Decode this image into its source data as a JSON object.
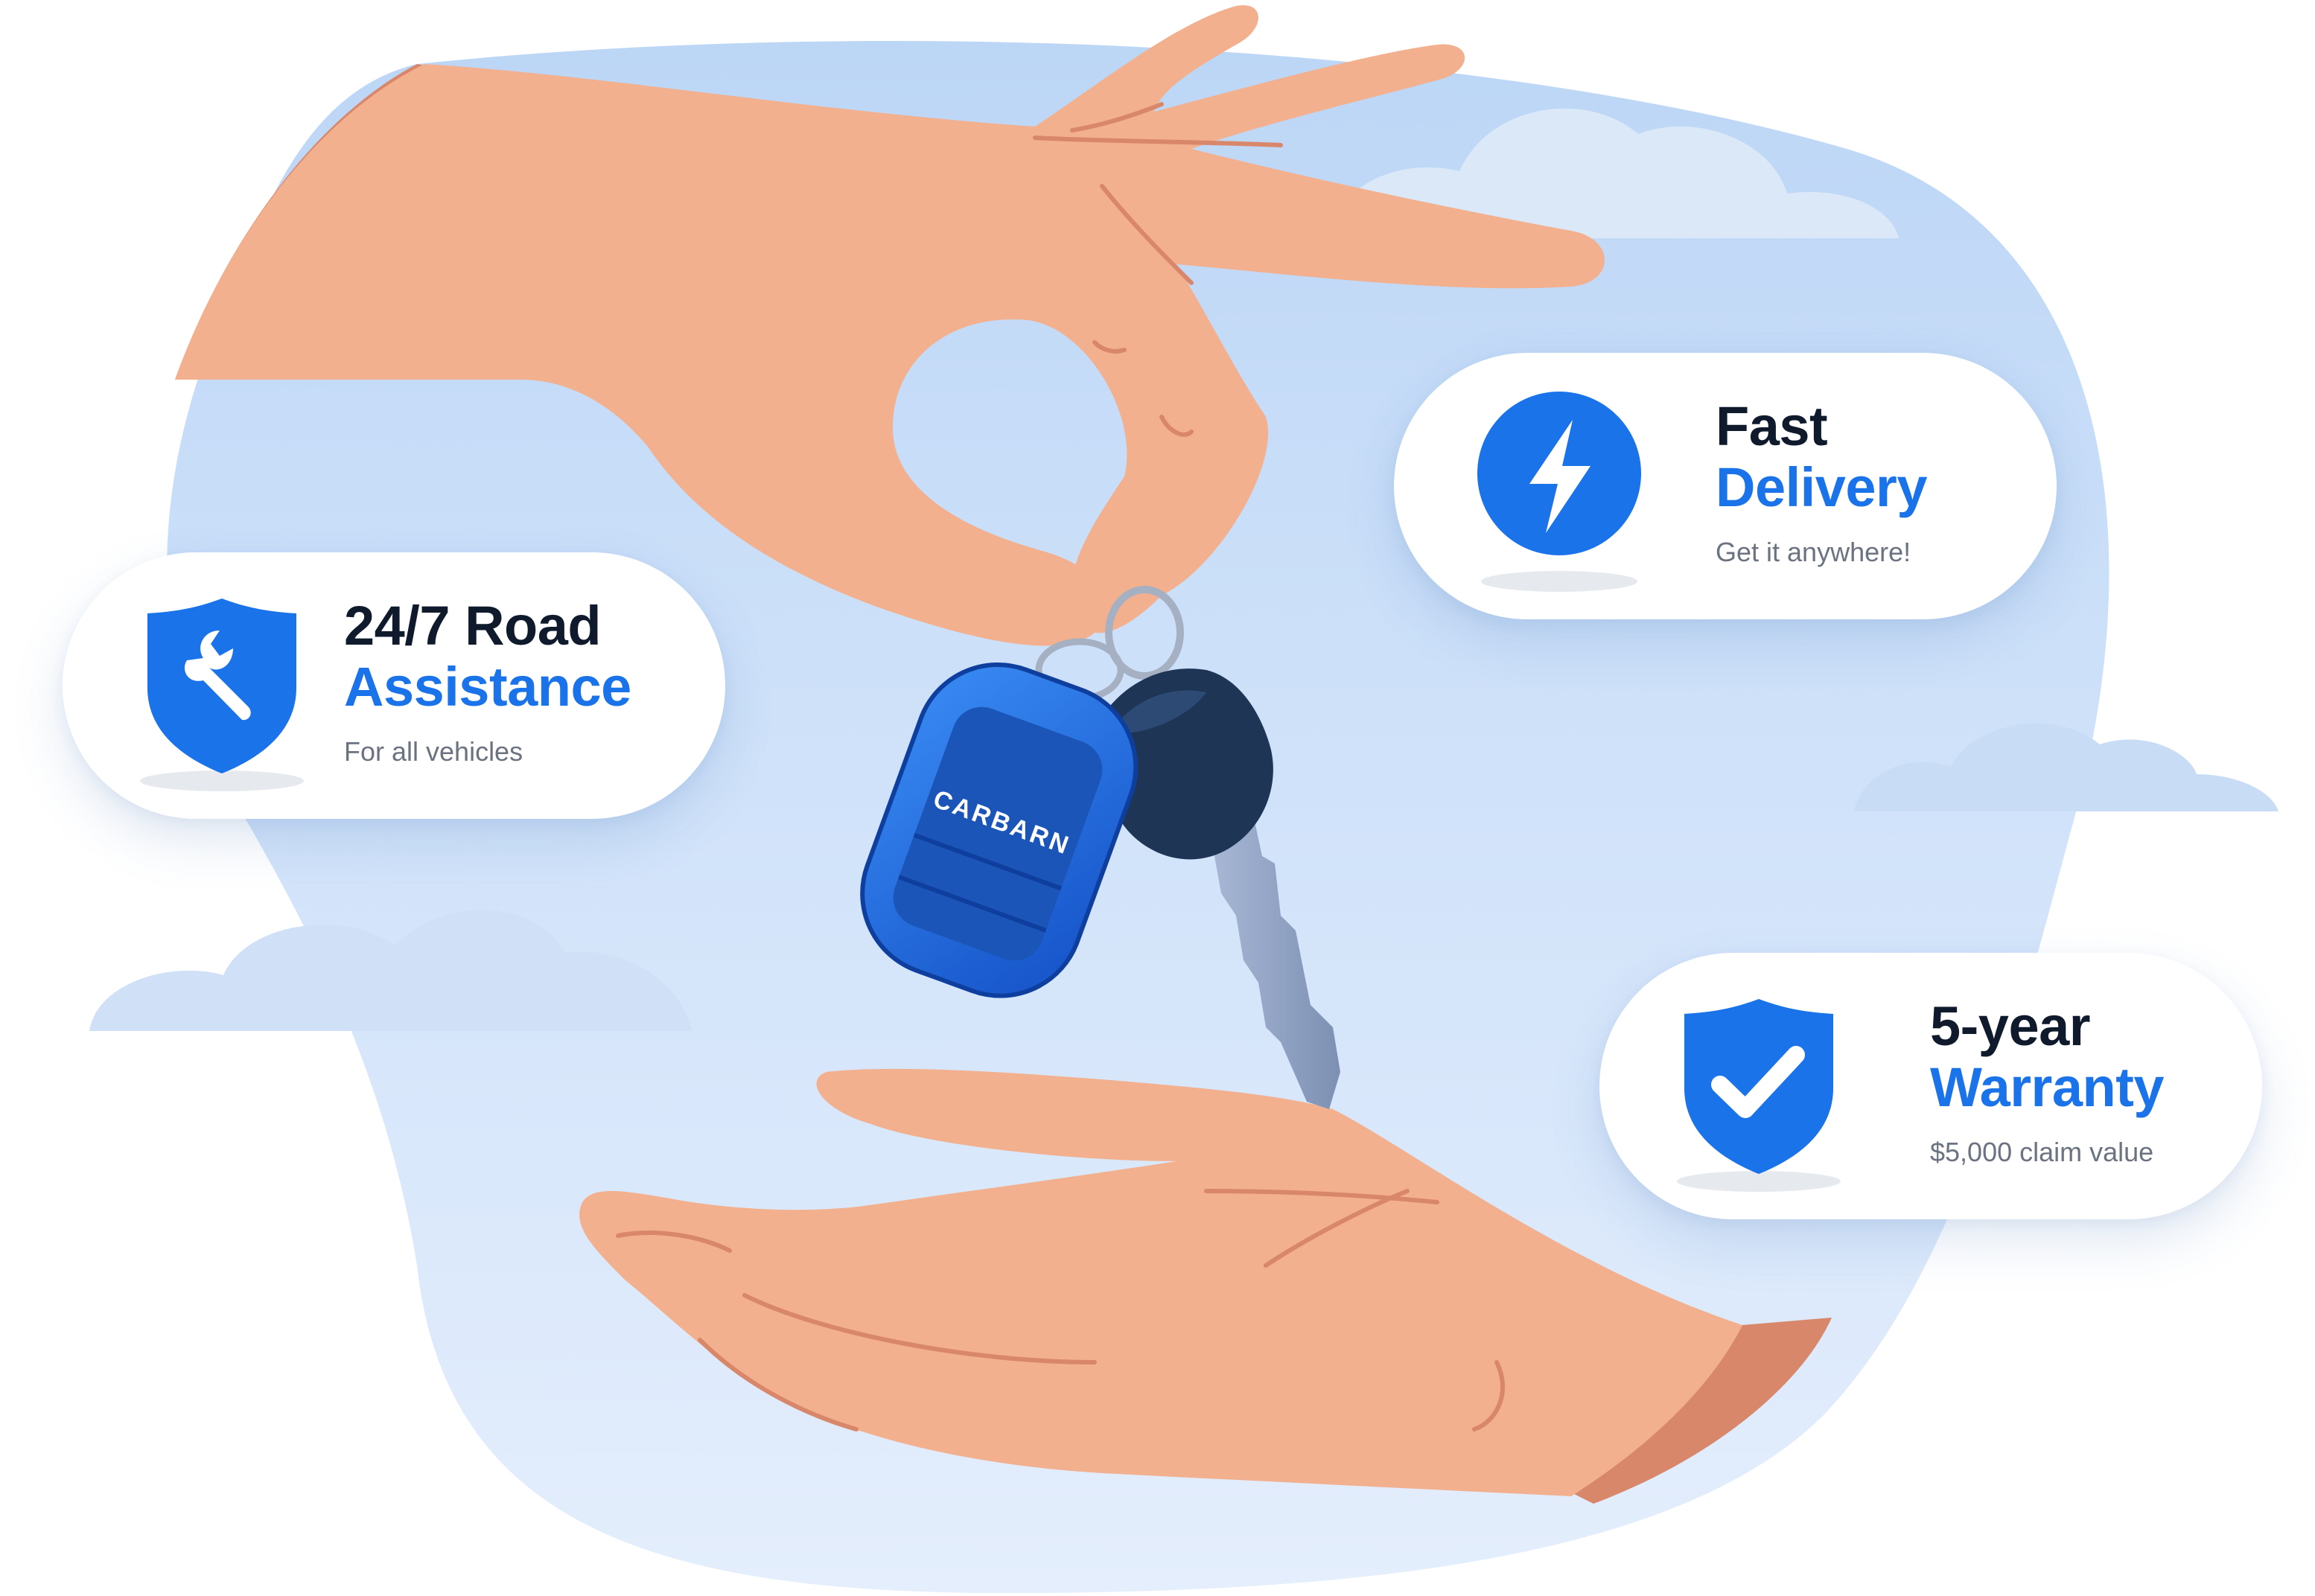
{
  "theme": {
    "accent": "#1a73e8",
    "heading": "#0f1b2d",
    "muted": "#6b7280",
    "skin": "#f3b08e",
    "skin_shadow": "#d9876a",
    "sky": "#cfe1fa",
    "cloud": "#dbe8f8",
    "fob_blue": "#1f6fe0",
    "key_head": "#1e3555"
  },
  "fob": {
    "brand": "CARBARN"
  },
  "features": [
    {
      "icon": "wrench-shield-icon",
      "title_line1": "24/7 Road",
      "title_line2": "Assistance",
      "subtitle": "For all vehicles"
    },
    {
      "icon": "lightning-bolt-icon",
      "title_line1": "Fast",
      "title_line2": "Delivery",
      "subtitle": "Get it anywhere!"
    },
    {
      "icon": "checkmark-shield-icon",
      "title_line1": "5-year",
      "title_line2": "Warranty",
      "subtitle": "$5,000 claim value"
    }
  ]
}
